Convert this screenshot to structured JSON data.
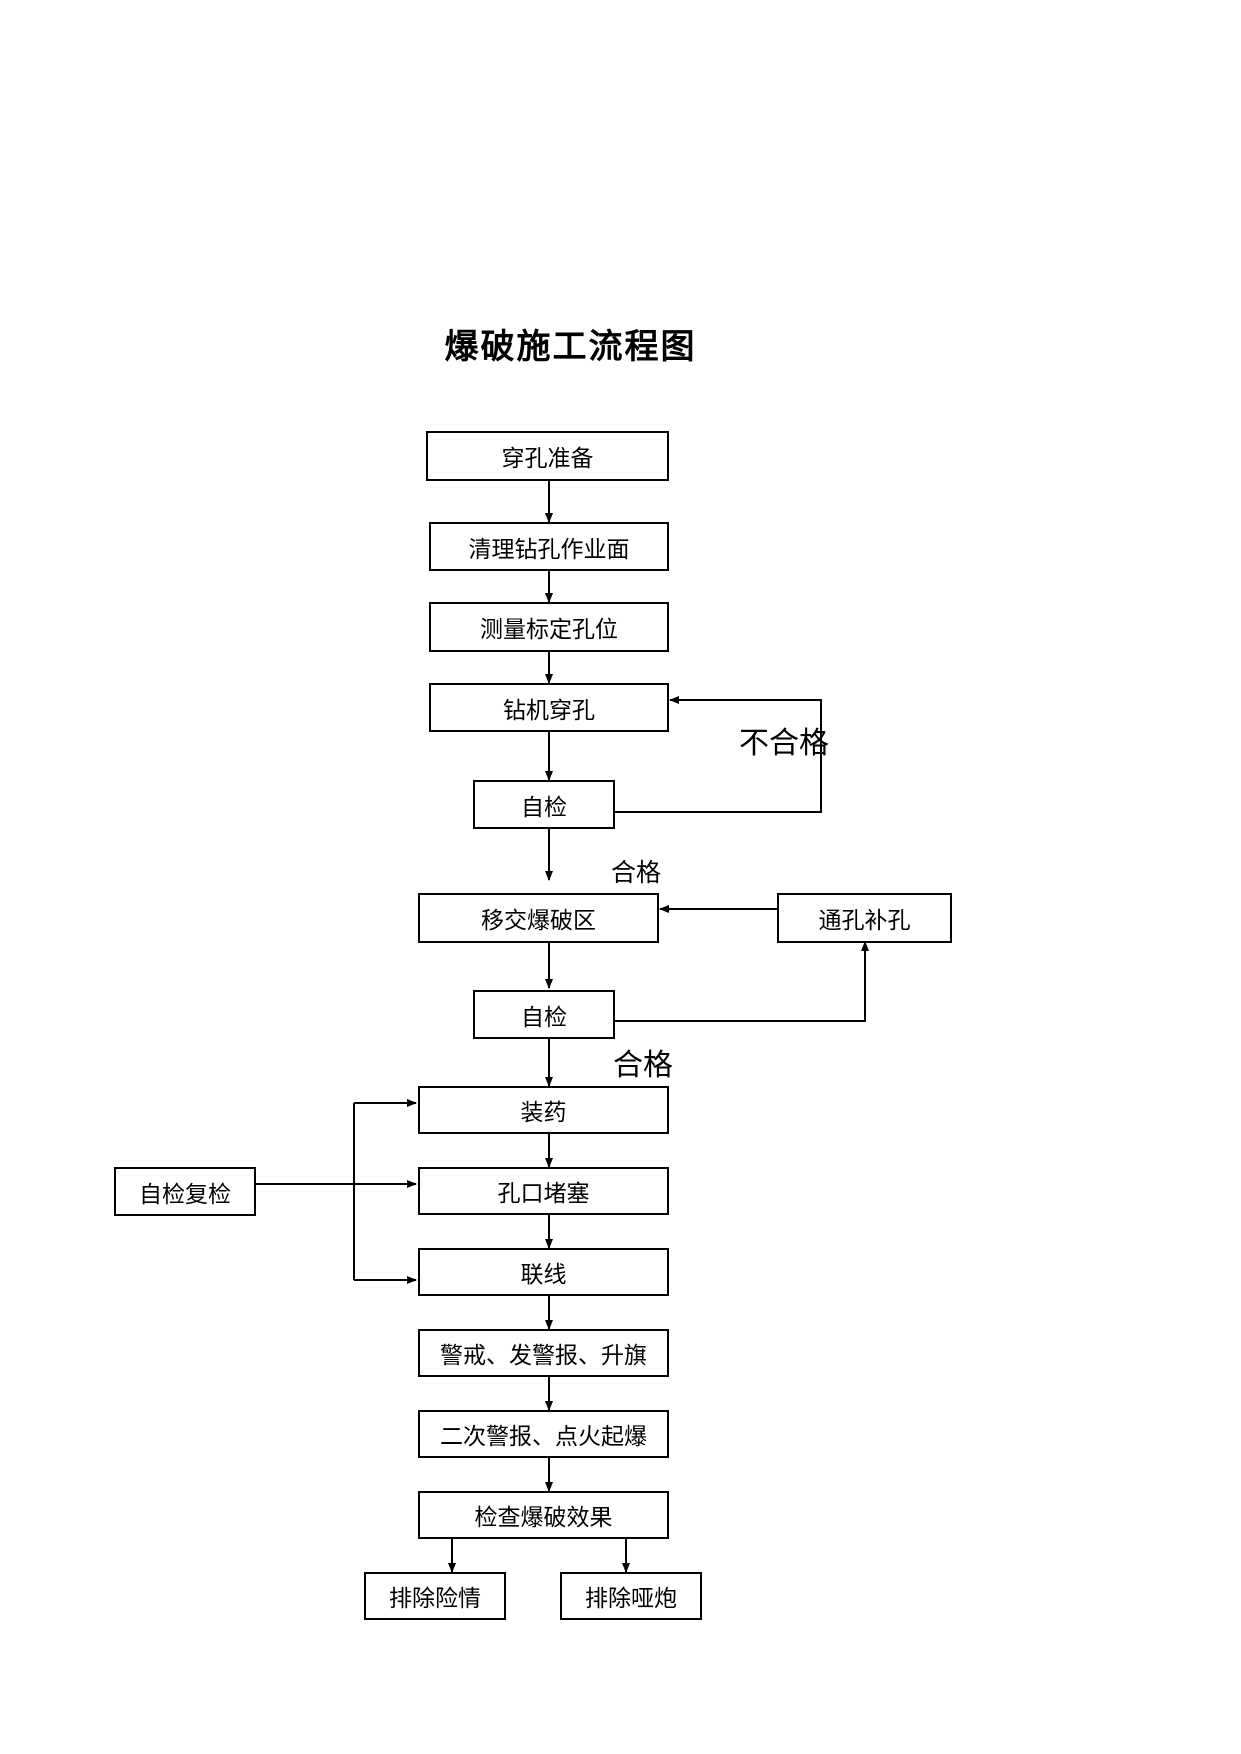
{
  "title": "爆破施工流程图",
  "steps": {
    "drill_prep": "穿孔准备",
    "clear_face": "清理钻孔作业面",
    "survey_holes": "测量标定孔位",
    "rig_drilling": "钻机穿孔",
    "self_check_1": "自检",
    "handover_area": "移交爆破区",
    "clear_redrill": "通孔补孔",
    "self_check_2": "自检",
    "charging": "装药",
    "recheck": "自检复检",
    "stemming": "孔口堵塞",
    "connect_lines": "联线",
    "alert_flag": "警戒、发警报、升旗",
    "ignite": "二次警报、点火起爆",
    "inspect_result": "检查爆破效果",
    "clear_hazards": "排除险情",
    "clear_misfires": "排除哑炮"
  },
  "labels": {
    "fail": "不合格",
    "pass_1": "合格",
    "pass_2": "合格"
  },
  "colors": {
    "line": "#000000",
    "box_border": "#000000",
    "background": "#ffffff"
  }
}
